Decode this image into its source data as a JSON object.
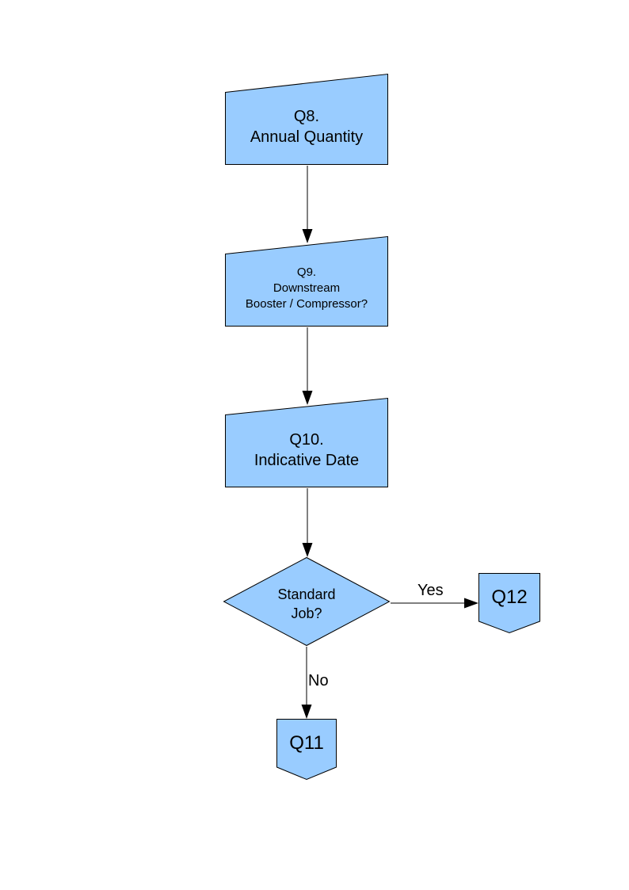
{
  "diagram": {
    "colors": {
      "node_fill": "#99CCFF",
      "node_stroke": "#000000",
      "text": "#000000",
      "page_background": "#FFFFFF"
    },
    "nodes": {
      "q8": {
        "type": "manual-input",
        "line1": "Q8.",
        "line2": "Annual Quantity"
      },
      "q9": {
        "type": "manual-input",
        "line1": "Q9.",
        "line2": "Downstream",
        "line3": "Booster / Compressor?"
      },
      "q10": {
        "type": "manual-input",
        "line1": "Q10.",
        "line2": "Indicative Date"
      },
      "decision": {
        "type": "decision",
        "line1": "Standard",
        "line2": "Job?"
      },
      "q12": {
        "type": "off-page-connector",
        "label": "Q12"
      },
      "q11": {
        "type": "off-page-connector",
        "label": "Q11"
      }
    },
    "edges": {
      "q8_to_q9": {
        "from": "q8",
        "to": "q9",
        "label": ""
      },
      "q9_to_q10": {
        "from": "q9",
        "to": "q10",
        "label": ""
      },
      "q10_to_decision": {
        "from": "q10",
        "to": "decision",
        "label": ""
      },
      "decision_to_q12": {
        "from": "decision",
        "to": "q12",
        "label": "Yes"
      },
      "decision_to_q11": {
        "from": "decision",
        "to": "q11",
        "label": "No"
      }
    }
  }
}
